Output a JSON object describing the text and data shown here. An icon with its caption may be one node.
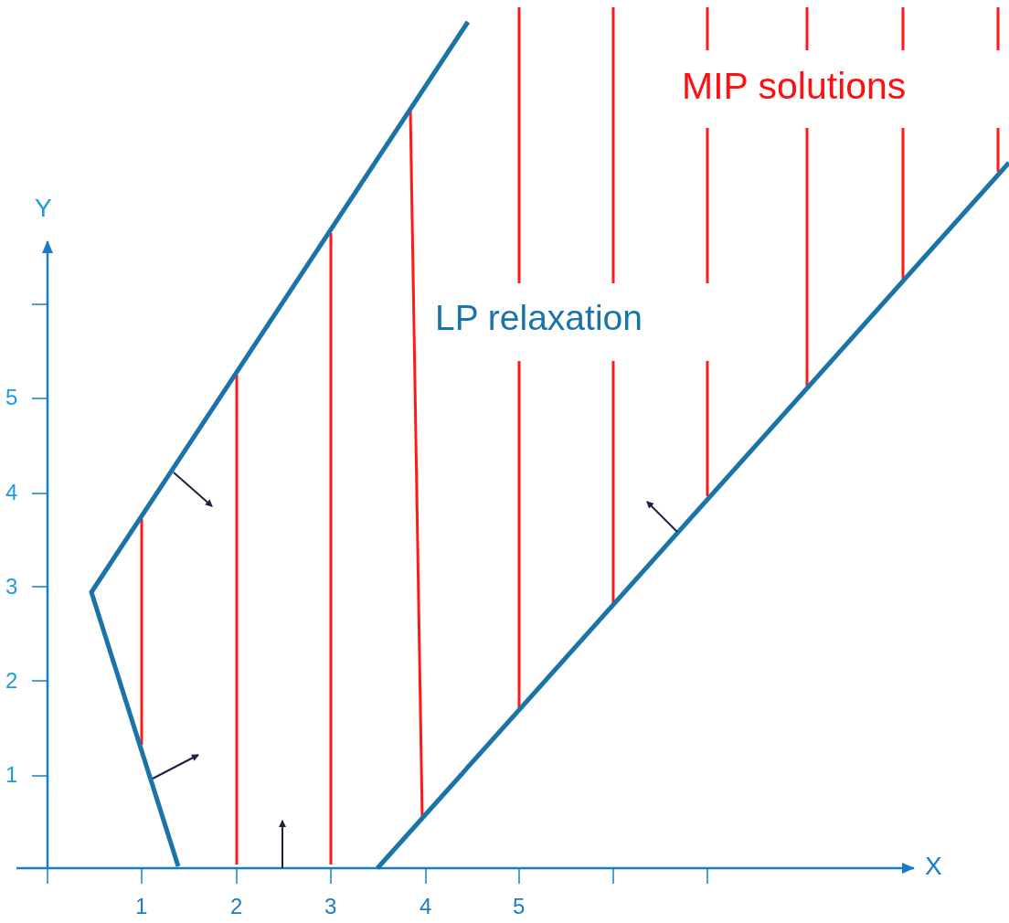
{
  "diagram": {
    "labels": [
      "MIP solutions",
      "Y",
      "LP relaxation",
      "5",
      "4",
      "3",
      "2",
      "1",
      "X",
      "1",
      "2",
      "3",
      "4",
      "5"
    ]
  }
}
